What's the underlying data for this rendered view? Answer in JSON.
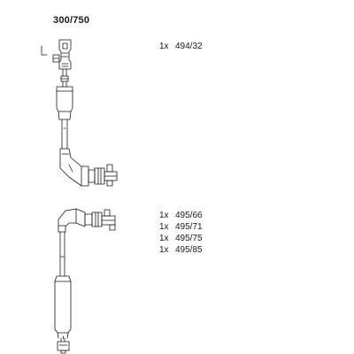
{
  "title": "300/750",
  "parts_top": [
    {
      "qty": "1x",
      "number": "494/32"
    }
  ],
  "parts_bottom": [
    {
      "qty": "1x",
      "number": "495/66"
    },
    {
      "qty": "1x",
      "number": "495/71"
    },
    {
      "qty": "1x",
      "number": "495/75"
    },
    {
      "qty": "1x",
      "number": "495/85"
    }
  ],
  "colors": {
    "line": "#1a1a1a",
    "background": "#ffffff"
  }
}
